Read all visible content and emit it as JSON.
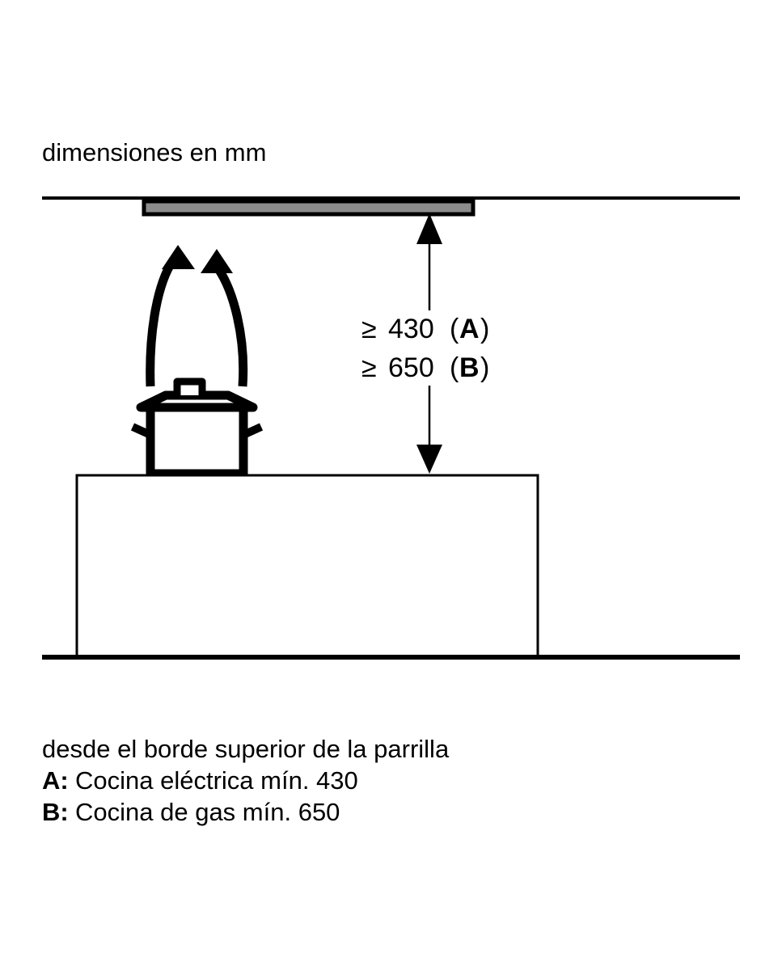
{
  "figure": {
    "title": "dimensiones en mm",
    "units": "mm"
  },
  "dimension_labels": {
    "line_a": {
      "operator": "≥",
      "value": "430",
      "ref_open": "(",
      "ref": "A",
      "ref_close": ")",
      "full": "≥ 430 (A)"
    },
    "line_b": {
      "operator": "≥",
      "value": "650",
      "ref_open": "(",
      "ref": "B",
      "ref_close": ")",
      "full": "≥ 650 (B)"
    }
  },
  "legend": {
    "intro": "desde el borde superior de la parrilla",
    "items": [
      {
        "key": "A:",
        "text": "Cocina eléctrica mín. 430"
      },
      {
        "key": "B:",
        "text": "Cocina de gas mín. 650"
      }
    ]
  },
  "parts": {
    "hood": "extractor-hood",
    "ceiling": "ceiling-line",
    "floor": "floor-line",
    "counter": "countertop-block",
    "pot": "cooking-pot",
    "steam": "steam-arrows",
    "dimension_arrow": "vertical-dimension-arrow"
  },
  "colors": {
    "stroke": "#000000",
    "hood_fill": "#8c8c8c",
    "background": "#ffffff",
    "counter_fill": "#ffffff"
  }
}
